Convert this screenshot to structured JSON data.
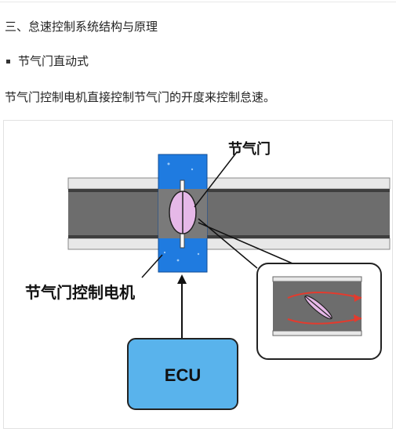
{
  "section": {
    "heading": "三、怠速控制系统结构与原理",
    "bullet": "节气门直动式",
    "paragraph": "节气门控制电机直接控制节气门的开度来控制怠速。"
  },
  "figure": {
    "label_throttle": "节气门",
    "label_motor": "节气门控制电机",
    "label_ecu": "ECU"
  },
  "colors": {
    "pipe": "#6d6d6d",
    "motor_blue": "#1f7be0",
    "ecu_fill": "#59b3ec",
    "valve": "#e6b8e8",
    "flow_arrow": "#e33b2e"
  }
}
